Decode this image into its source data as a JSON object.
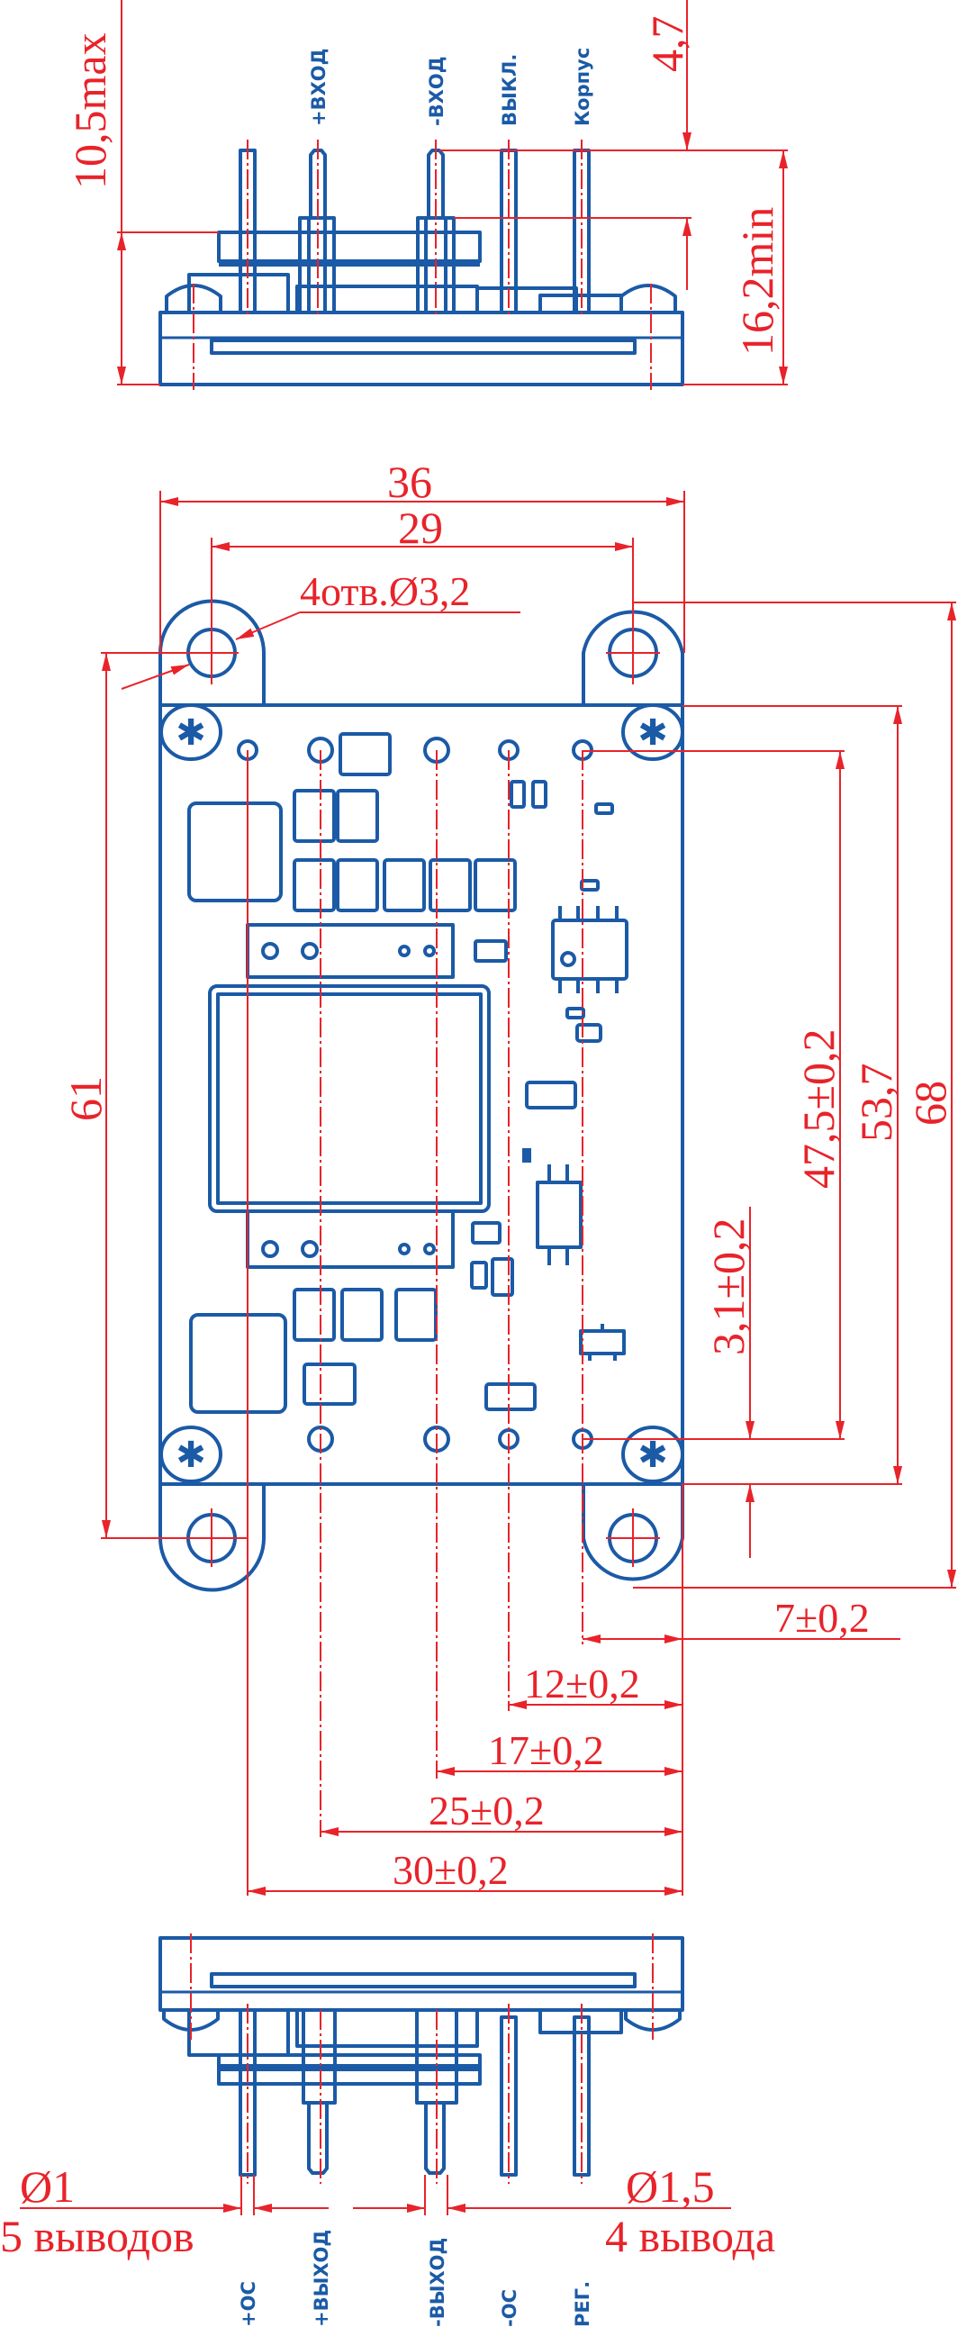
{
  "colors": {
    "outline": "#1b5aa6",
    "dimension": "#e8232a",
    "background": "#ffffff"
  },
  "top_view": {
    "pin_labels": [
      "+ВХОД",
      "-ВХОД",
      "ВЫКЛ.",
      "Корпус"
    ],
    "dimensions": {
      "height_max": "10,5max",
      "pin_shoulder": "4,7",
      "pin_length_min": "16,2min"
    }
  },
  "plan_view": {
    "dimensions": {
      "overall_width": "36",
      "hole_spacing_x": "29",
      "holes_note": "4отв.Ø3,2",
      "hole_spacing_y": "61",
      "pin_row_spacing": "47,5±0,2",
      "board_length": "53,7",
      "overall_length": "68",
      "pin_row_offset": "3,1±0,2",
      "pin_offset_7": "7±0,2",
      "pin_offset_12": "12±0,2",
      "pin_offset_17": "17±0,2",
      "pin_offset_25": "25±0,2",
      "pin_offset_30": "30±0,2"
    }
  },
  "bottom_view": {
    "pin_labels": [
      "+ОС",
      "+ВЫХОД",
      "-ВЫХОД",
      "-ОС",
      "РЕГ."
    ],
    "small_pins": {
      "diameter": "Ø1",
      "count": "5 выводов"
    },
    "large_pins": {
      "diameter": "Ø1,5",
      "count": "4 вывода"
    }
  }
}
